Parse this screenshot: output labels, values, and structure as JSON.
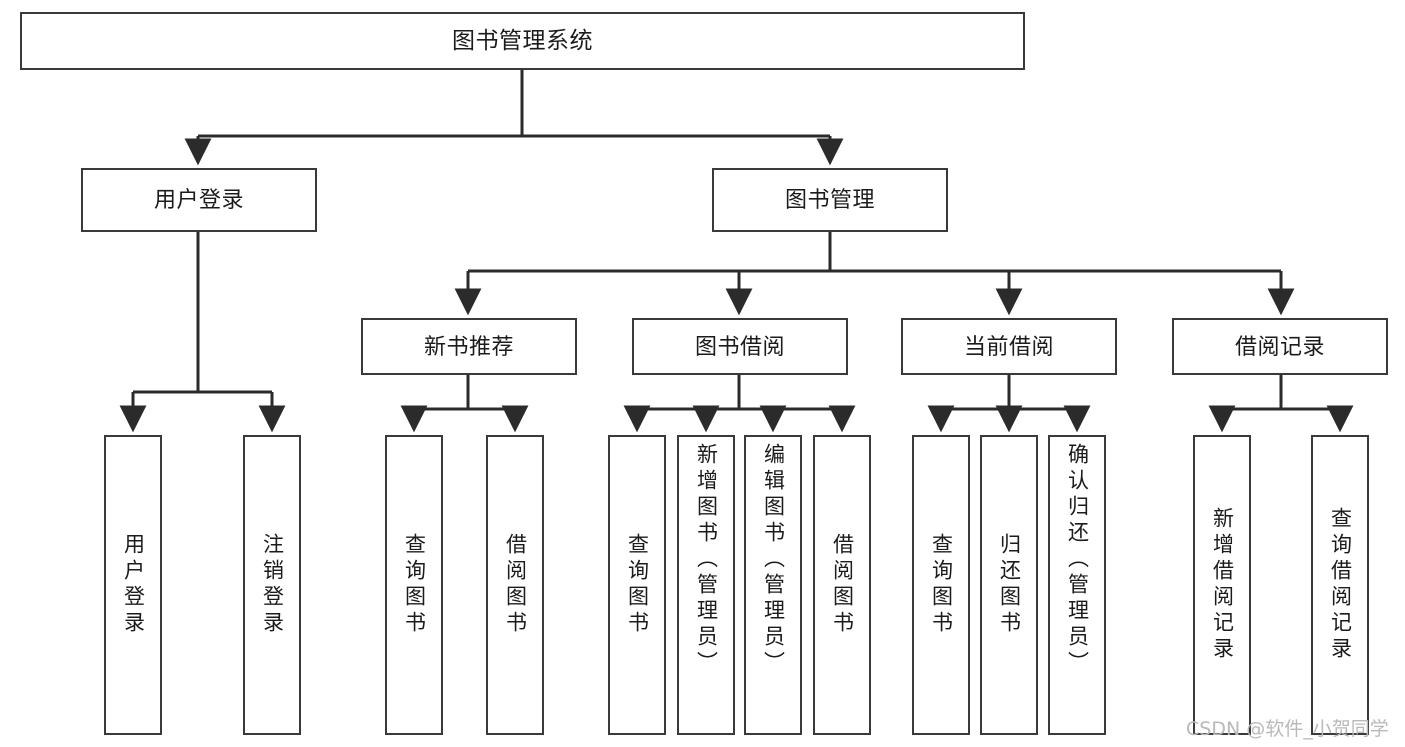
{
  "diagram": {
    "type": "tree",
    "title": "图书管理系统",
    "orientation": "top-down",
    "colors": {
      "box_border": "#3a3a3a",
      "box_fill": "#ffffff",
      "edge": "#2b2b2b",
      "text": "#1b1b1b",
      "watermark": "#b9b9b9",
      "background": "#ffffff"
    },
    "root": {
      "id": "root",
      "label": "图书管理系统"
    },
    "level2": [
      {
        "id": "l2-0",
        "label": "用户登录"
      },
      {
        "id": "l2-1",
        "label": "图书管理"
      }
    ],
    "level3": [
      {
        "id": "l3-0",
        "label": "新书推荐",
        "parent": "l2-1"
      },
      {
        "id": "l3-1",
        "label": "图书借阅",
        "parent": "l2-1"
      },
      {
        "id": "l3-2",
        "label": "当前借阅",
        "parent": "l2-1"
      },
      {
        "id": "l3-3",
        "label": "借阅记录",
        "parent": "l2-1"
      }
    ],
    "leaves": [
      {
        "id": "leaf-0",
        "label": "用户登录",
        "parent": "l2-0"
      },
      {
        "id": "leaf-1",
        "label": "注销登录",
        "parent": "l2-0"
      },
      {
        "id": "leaf-2",
        "label": "查询图书",
        "parent": "l3-0"
      },
      {
        "id": "leaf-3",
        "label": "借阅图书",
        "parent": "l3-0"
      },
      {
        "id": "leaf-4",
        "label": "查询图书",
        "parent": "l3-1"
      },
      {
        "id": "leaf-5",
        "label": "新增图书（管理员）",
        "parent": "l3-1"
      },
      {
        "id": "leaf-6",
        "label": "编辑图书（管理员）",
        "parent": "l3-1"
      },
      {
        "id": "leaf-7",
        "label": "借阅图书",
        "parent": "l3-1"
      },
      {
        "id": "leaf-8",
        "label": "查询图书",
        "parent": "l3-2"
      },
      {
        "id": "leaf-9",
        "label": "归还图书",
        "parent": "l3-2"
      },
      {
        "id": "leaf-10",
        "label": "确认归还（管理员）",
        "parent": "l3-2"
      },
      {
        "id": "leaf-11",
        "label": "新增借阅记录",
        "parent": "l3-3"
      },
      {
        "id": "leaf-12",
        "label": "查询借阅记录",
        "parent": "l3-3"
      }
    ],
    "watermark": "CSDN @软件_小贺同学"
  }
}
